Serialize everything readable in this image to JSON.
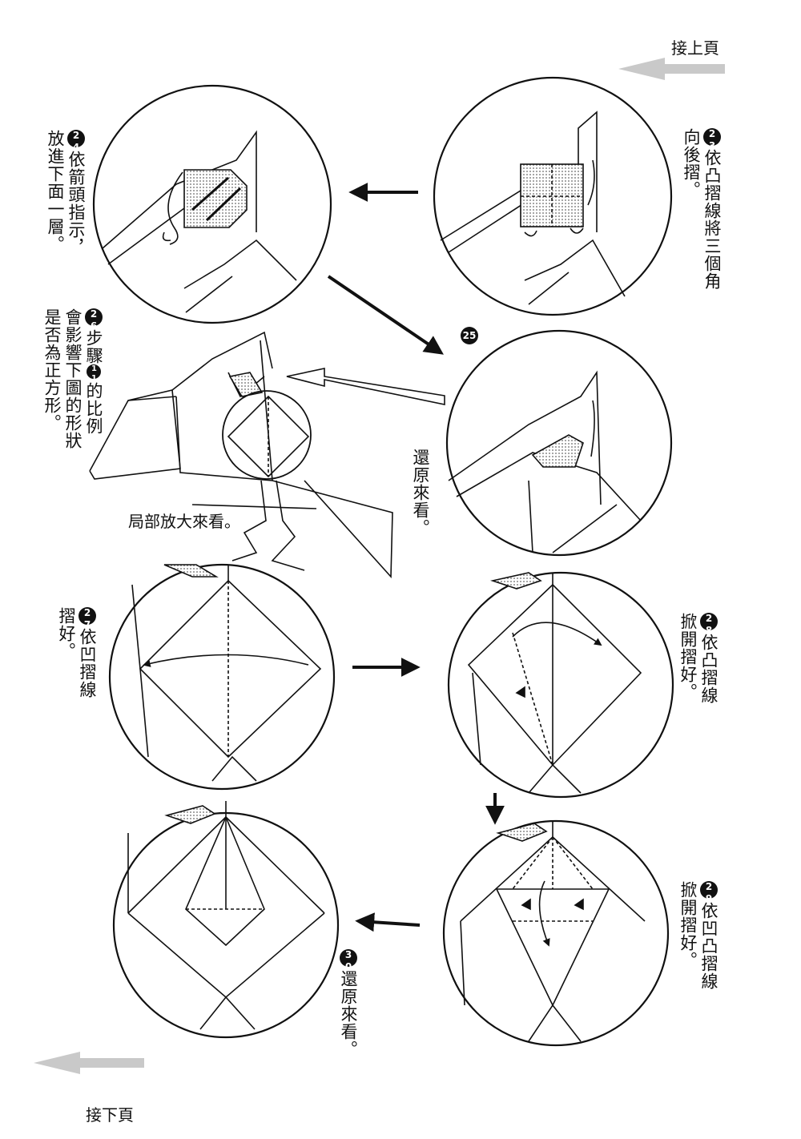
{
  "nav": {
    "top_right": "接上頁",
    "bottom_left": "接下頁"
  },
  "steps": {
    "s23": {
      "num": "23",
      "col1": "依凸摺線將三個角",
      "col2": "向後摺。"
    },
    "s24": {
      "num": "24",
      "col1": "依箭頭指示，",
      "col2": "放進下面一層。"
    },
    "s25": {
      "num": "25",
      "col1": "還原來看。"
    },
    "s26": {
      "num": "26",
      "col1": "步驟",
      "ref": "11",
      "col1b": "的比例",
      "col2": "會影響下圖的形狀",
      "col3": "是否為正方形。"
    },
    "s27": {
      "num": "27",
      "col1": "依凹摺線",
      "col2": "摺好。"
    },
    "s28": {
      "num": "28",
      "col1": "依凸摺線",
      "col2": "掀開摺好。"
    },
    "s29": {
      "num": "29",
      "col1": "依凹凸摺線",
      "col2": "掀開摺好。"
    },
    "s30": {
      "num": "30",
      "col1": "還原來看。"
    }
  },
  "zoom_caption": "局部放大來看。",
  "colors": {
    "ink": "#111111",
    "arrow_gray": "#bdbdbd",
    "hatch": "#888888"
  }
}
